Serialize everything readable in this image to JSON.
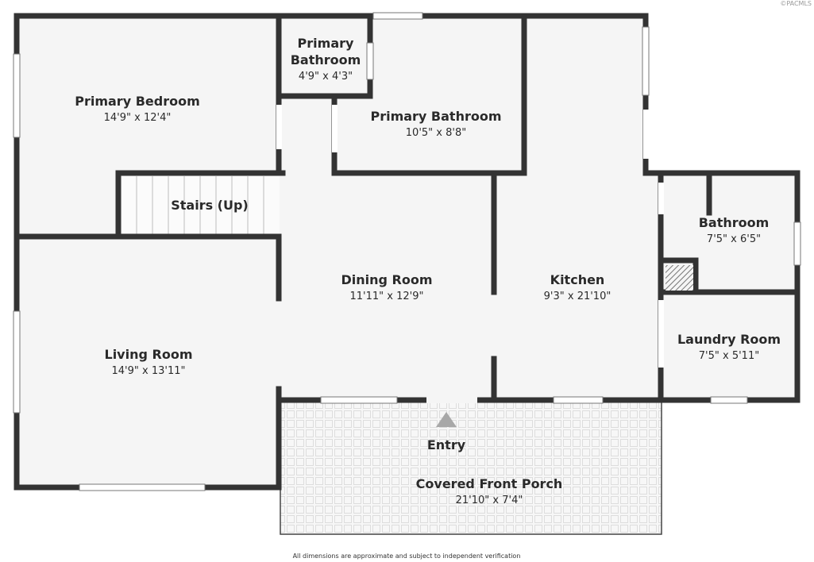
{
  "watermark": "©PACMLS",
  "disclaimer": "All dimensions are approximate and subject to independent verification",
  "colors": {
    "wall": "#333333",
    "floor": "#f5f5f5",
    "porch_bg": "#f7f7f7",
    "entry_arrow": "#a8a8a8"
  },
  "rooms": [
    {
      "id": "primary-bedroom",
      "name": "Primary Bedroom",
      "dims": "14'9\" x 12'4\""
    },
    {
      "id": "primary-bathroom-small",
      "name_lines": [
        "Primary",
        "Bathroom"
      ],
      "dims": "4'9\" x 4'3\""
    },
    {
      "id": "primary-bathroom-large",
      "name": "Primary Bathroom",
      "dims": "10'5\" x 8'8\""
    },
    {
      "id": "stairs",
      "name": "Stairs (Up)"
    },
    {
      "id": "dining-room",
      "name": "Dining Room",
      "dims": "11'11\" x 12'9\""
    },
    {
      "id": "kitchen",
      "name": "Kitchen",
      "dims": "9'3\" x 21'10\""
    },
    {
      "id": "bathroom",
      "name": "Bathroom",
      "dims": "7'5\" x 6'5\""
    },
    {
      "id": "laundry-room",
      "name": "Laundry Room",
      "dims": "7'5\" x 5'11\""
    },
    {
      "id": "living-room",
      "name": "Living Room",
      "dims": "14'9\" x 13'11\""
    },
    {
      "id": "entry",
      "name": "Entry"
    },
    {
      "id": "covered-front-porch",
      "name": "Covered Front Porch",
      "dims": "21'10\" x 7'4\""
    }
  ]
}
